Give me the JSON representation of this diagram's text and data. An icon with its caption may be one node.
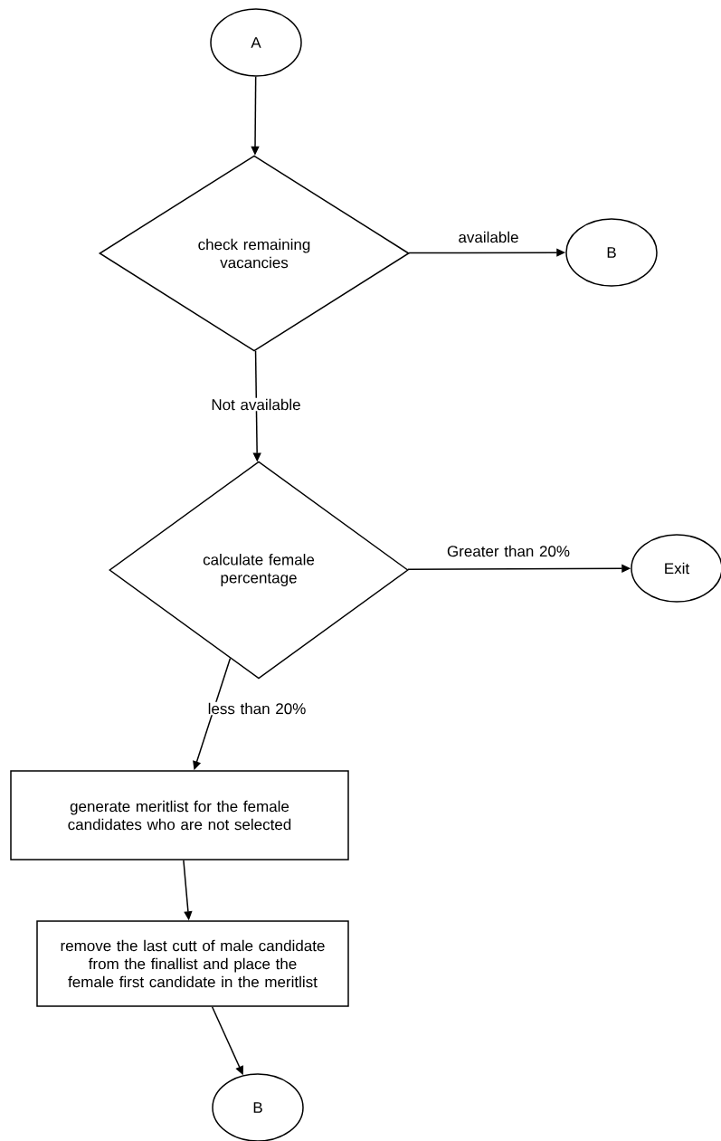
{
  "diagram": {
    "nodes": [
      {
        "text": [
          "A"
        ]
      },
      {
        "text": [
          "check remaining vacancies"
        ]
      },
      {
        "text": [
          "B"
        ]
      },
      {
        "text": [
          "calculate female percentage"
        ]
      },
      {
        "text": [
          "Exit"
        ]
      },
      {
        "text": [
          "generate meritlist for the female candidates who are not selected"
        ]
      },
      {
        "text": [
          "remove the last cutt of male candidate from the finallist and place the female first candidate in the meritlist"
        ]
      },
      {
        "text": [
          "B"
        ]
      }
    ],
    "edges": [
      {
        "from": 0,
        "to": 1,
        "arrow": "to"
      },
      {
        "from": 1,
        "to": 2,
        "arrow": "to",
        "label": "available"
      },
      {
        "from": 1,
        "to": 3,
        "arrow": "to",
        "label": "Not available"
      },
      {
        "from": 3,
        "to": 4,
        "arrow": "to",
        "label": "Greater than 20%"
      },
      {
        "from": 3,
        "to": 5,
        "arrow": "to",
        "label": "less than 20%"
      },
      {
        "from": 5,
        "to": 6,
        "arrow": "to"
      },
      {
        "from": 6,
        "to": 7,
        "arrow": "to"
      }
    ]
  }
}
